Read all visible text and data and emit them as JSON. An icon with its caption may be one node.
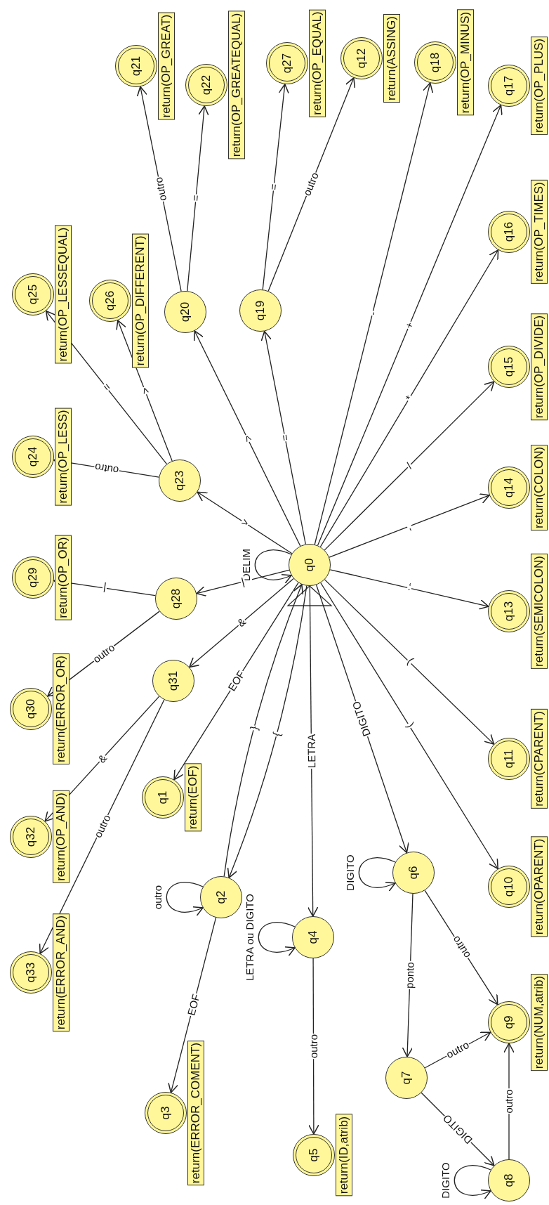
{
  "diagram": {
    "nodes": [
      {
        "text": [
          "q0"
        ]
      },
      {
        "text": [
          "q1"
        ],
        "beside": [
          "return(EOF)"
        ]
      },
      {
        "text": [
          "q2"
        ]
      },
      {
        "text": [
          "q3"
        ],
        "beside": [
          "return(ERROR_COMENT)"
        ]
      },
      {
        "text": [
          "q4"
        ]
      },
      {
        "text": [
          "q5"
        ],
        "beside": [
          "return(ID,atrib)"
        ]
      },
      {
        "text": [
          "q6"
        ]
      },
      {
        "text": [
          "q7"
        ]
      },
      {
        "text": [
          "q8"
        ]
      },
      {
        "text": [
          "q9"
        ],
        "beside": [
          "return(NUM,atrib)"
        ]
      },
      {
        "text": [
          "q10"
        ],
        "beside": [
          "return(OPARENT)"
        ]
      },
      {
        "text": [
          "q11"
        ],
        "beside": [
          "return(CPARENT)"
        ]
      },
      {
        "text": [
          "q12"
        ],
        "beside": [
          "return(ASSING)"
        ]
      },
      {
        "text": [
          "q13"
        ],
        "beside": [
          "return(SEMICOLON)"
        ]
      },
      {
        "text": [
          "q14"
        ],
        "beside": [
          "return(COLON)"
        ]
      },
      {
        "text": [
          "q15"
        ],
        "beside": [
          "return(OP_DIVIDE)"
        ]
      },
      {
        "text": [
          "q16"
        ],
        "beside": [
          "return(OP_TIMES)"
        ]
      },
      {
        "text": [
          "q17"
        ],
        "beside": [
          "return(OP_PLUS)"
        ]
      },
      {
        "text": [
          "q18"
        ],
        "beside": [
          "return(OP_MINUS)"
        ]
      },
      {
        "text": [
          "q19"
        ]
      },
      {
        "text": [
          "q20"
        ]
      },
      {
        "text": [
          "q21"
        ],
        "beside": [
          "return(OP_GREAT)"
        ]
      },
      {
        "text": [
          "q22"
        ],
        "beside": [
          "return(OP_GREATEQUAL)"
        ]
      },
      {
        "text": [
          "q23"
        ]
      },
      {
        "text": [
          "q24"
        ],
        "beside": [
          "return(OP_LESS)"
        ]
      },
      {
        "text": [
          "q25"
        ],
        "beside": [
          "return(OP_LESSEQUAL)"
        ]
      },
      {
        "text": [
          "q26"
        ],
        "beside": [
          "return(OP_DIFFERENT)"
        ]
      },
      {
        "text": [
          "q27"
        ],
        "beside": [
          "return(OP_EQUAL)"
        ]
      },
      {
        "text": [
          "q28"
        ]
      },
      {
        "text": [
          "q29"
        ],
        "beside": [
          "return(OP_OR)"
        ]
      },
      {
        "text": [
          "q30"
        ],
        "beside": [
          "return(ERROR_OR)"
        ]
      },
      {
        "text": [
          "q31"
        ]
      },
      {
        "text": [
          "q32"
        ],
        "beside": [
          "return(OP_AND)"
        ]
      },
      {
        "text": [
          "q33"
        ],
        "beside": [
          "return(ERROR_AND)"
        ]
      }
    ],
    "edges": [
      {
        "from": 0,
        "to": 0,
        "label": "DELIM",
        "arrow": "to"
      },
      {
        "from": 0,
        "to": 23,
        "label": "<",
        "arrow": "to"
      },
      {
        "from": 0,
        "to": 20,
        "label": ">",
        "arrow": "to"
      },
      {
        "from": 0,
        "to": 19,
        "label": "=",
        "arrow": "to"
      },
      {
        "from": 0,
        "to": 18,
        "label": "-",
        "arrow": "to"
      },
      {
        "from": 0,
        "to": 17,
        "label": "+",
        "arrow": "to"
      },
      {
        "from": 0,
        "to": 16,
        "label": "*",
        "arrow": "to"
      },
      {
        "from": 0,
        "to": 15,
        "label": "/",
        "arrow": "to"
      },
      {
        "from": 0,
        "to": 14,
        "label": ",",
        "arrow": "to"
      },
      {
        "from": 0,
        "to": 13,
        "label": ";",
        "arrow": "to"
      },
      {
        "from": 0,
        "to": 11,
        "label": ")",
        "arrow": "to"
      },
      {
        "from": 0,
        "to": 10,
        "label": "(",
        "arrow": "to"
      },
      {
        "from": 0,
        "to": 6,
        "label": "DIGITO",
        "arrow": "to"
      },
      {
        "from": 0,
        "to": 4,
        "label": "LETRA",
        "arrow": "to"
      },
      {
        "from": 0,
        "to": 2,
        "label": "{",
        "arrow": "to"
      },
      {
        "from": 2,
        "to": 0,
        "label": "}",
        "arrow": "to"
      },
      {
        "from": 0,
        "to": 1,
        "label": "EOF",
        "arrow": "to"
      },
      {
        "from": 0,
        "to": 31,
        "label": "&",
        "arrow": "to"
      },
      {
        "from": 0,
        "to": 28,
        "label": "|",
        "arrow": "to"
      },
      {
        "from": 23,
        "to": 24,
        "label": "outro",
        "arrow": "to"
      },
      {
        "from": 23,
        "to": 26,
        "label": ">",
        "arrow": "to"
      },
      {
        "from": 23,
        "to": 25,
        "label": "=",
        "arrow": "to"
      },
      {
        "from": 20,
        "to": 21,
        "label": "outro",
        "arrow": "to"
      },
      {
        "from": 20,
        "to": 22,
        "label": "=",
        "arrow": "to"
      },
      {
        "from": 19,
        "to": 27,
        "label": "=",
        "arrow": "to"
      },
      {
        "from": 19,
        "to": 12,
        "label": "outro",
        "arrow": "to"
      },
      {
        "from": 28,
        "to": 29,
        "label": "|",
        "arrow": "to"
      },
      {
        "from": 28,
        "to": 30,
        "label": "outro",
        "arrow": "to"
      },
      {
        "from": 31,
        "to": 32,
        "label": "&",
        "arrow": "to"
      },
      {
        "from": 31,
        "to": 33,
        "label": "outro",
        "arrow": "to"
      },
      {
        "from": 2,
        "to": 2,
        "label": "outro",
        "arrow": "to"
      },
      {
        "from": 2,
        "to": 3,
        "label": "EOF",
        "arrow": "to"
      },
      {
        "from": 4,
        "to": 4,
        "label": "LETRA ou DIGITO",
        "arrow": "to"
      },
      {
        "from": 4,
        "to": 5,
        "label": "outro",
        "arrow": "to"
      },
      {
        "from": 6,
        "to": 6,
        "label": "DIGITO",
        "arrow": "to"
      },
      {
        "from": 6,
        "to": 7,
        "label": "ponto",
        "arrow": "to"
      },
      {
        "from": 6,
        "to": 9,
        "label": "outro",
        "arrow": "to"
      },
      {
        "from": 7,
        "to": 9,
        "label": "outro",
        "arrow": "to"
      },
      {
        "from": 7,
        "to": 8,
        "label": "DIGITO",
        "arrow": "to"
      },
      {
        "from": 8,
        "to": 8,
        "label": "DIGITO",
        "arrow": "to"
      },
      {
        "from": 8,
        "to": 9,
        "label": "outro",
        "arrow": "to"
      }
    ]
  }
}
